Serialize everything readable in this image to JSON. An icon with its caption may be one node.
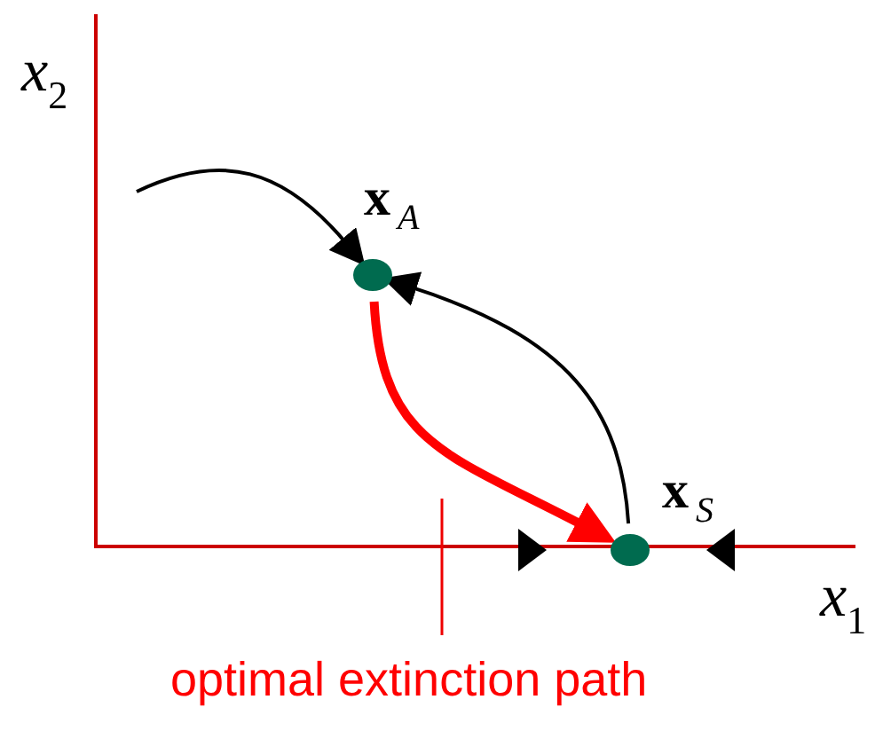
{
  "diagram": {
    "nodes": [
      {
        "text": [],
        "shape": "circle",
        "beside": [
          "**x**$_{A}$"
        ]
      },
      {
        "text": [],
        "shape": "circle",
        "beside": [
          "**x**$_{S}$"
        ]
      }
    ],
    "edges": [
      {
        "from": null,
        "to": 0,
        "arrow": "to"
      },
      {
        "from": 0,
        "to": 1,
        "arrow": "to",
        "style": "thick",
        "color": "#ff0000"
      },
      {
        "from": 1,
        "to": 0,
        "arrow": "to"
      }
    ],
    "labels": [
      "x$_{2}$",
      "x$_{1}$",
      "optimal extinction path"
    ]
  }
}
